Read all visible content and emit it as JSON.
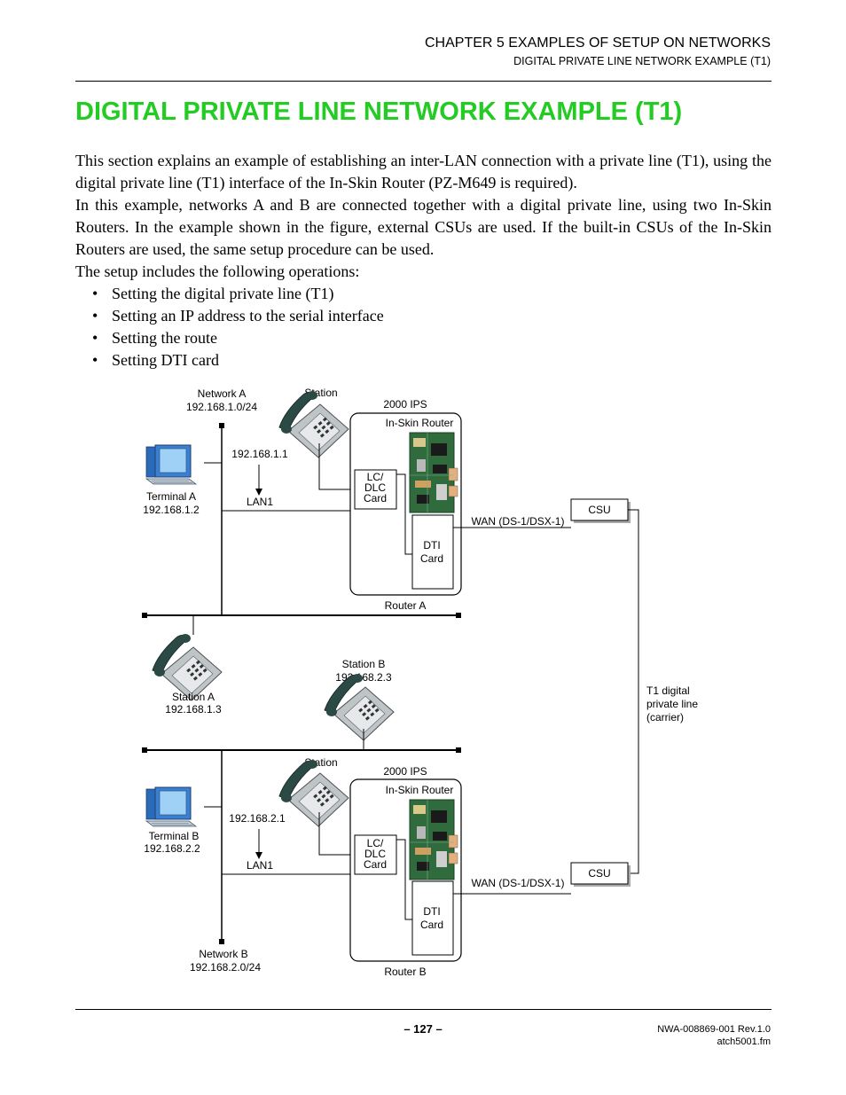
{
  "header": {
    "chapter": "CHAPTER 5   EXAMPLES OF SETUP ON NETWORKS",
    "section": "DIGITAL PRIVATE LINE NETWORK EXAMPLE (T1)"
  },
  "title": "DIGITAL PRIVATE LINE NETWORK EXAMPLE (T1)",
  "paragraphs": [
    "This section explains an example of establishing an inter-LAN connection with a private line (T1), using the digital private line (T1) interface of the In-Skin Router (PZ-M649 is required).",
    "In this example, networks A and B are connected together with a digital private line, using two In-Skin Routers. In the example shown in the figure, external CSUs are used. If the built-in CSUs of the In-Skin Routers are used, the same setup procedure can be used.",
    "The setup includes the following operations:"
  ],
  "bullets": [
    "Setting the digital private line (T1)",
    "Setting an IP address to the serial interface",
    "Setting the route",
    "Setting DTI card"
  ],
  "bullet_char": "•",
  "diagram": {
    "network_a": "Network A",
    "network_a_ip": "192.168.1.0/24",
    "station_top": "Station",
    "ips_top": "2000 IPS",
    "router_top": "In-Skin Router",
    "gw_a": "192.168.1.1",
    "lan1_a": "LAN1",
    "terminal_a": "Terminal A",
    "terminal_a_ip": "192.168.1.2",
    "lc_card": [
      "LC/",
      "DLC",
      "Card"
    ],
    "dti_card": [
      "DTI",
      "Card"
    ],
    "csu": "CSU",
    "wan": "WAN (DS-1/DSX-1)",
    "router_a": "Router A",
    "station_a": "Station A",
    "station_a_ip": "192.168.1.3",
    "station_b": "Station B",
    "station_b_ip": "192.168.2.3",
    "t1_line": [
      "T1 digital",
      "private line",
      "(carrier)"
    ],
    "station_bottom": "Station",
    "ips_bottom": "2000 IPS",
    "router_bottom": "In-Skin Router",
    "gw_b": "192.168.2.1",
    "lan1_b": "LAN1",
    "terminal_b": "Terminal B",
    "terminal_b_ip": "192.168.2.2",
    "network_b": "Network B",
    "network_b_ip": "192.168.2.0/24",
    "router_b": "Router B"
  },
  "footer": {
    "page": "– 127 –",
    "doc": "NWA-008869-001 Rev.1.0",
    "file": "atch5001.fm"
  }
}
